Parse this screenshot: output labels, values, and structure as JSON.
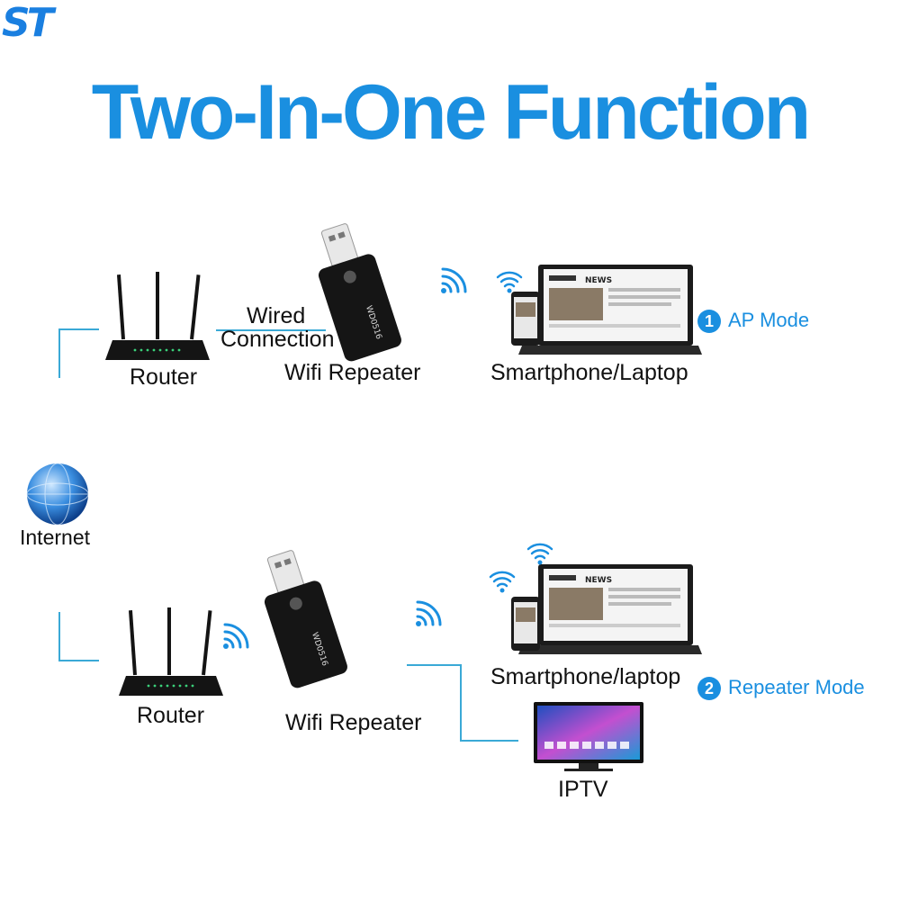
{
  "logo": "ST",
  "title": "Two-In-One Function",
  "colors": {
    "accent": "#1a8fe0",
    "connector": "#3aa9d6",
    "device": "#141414"
  },
  "top": {
    "router": "Router",
    "wired_line1": "Wired",
    "wired_line2": "Connection",
    "repeater": "Wifi Repeater",
    "clients": "Smartphone/Laptop",
    "mode_number": "1",
    "mode": "AP Mode"
  },
  "internet": "Internet",
  "bottom": {
    "router": "Router",
    "repeater": "Wifi Repeater",
    "clients": "Smartphone/laptop",
    "tv": "IPTV",
    "mode_number": "2",
    "mode": "Repeater Mode"
  },
  "device_text": {
    "repeater_brand": "WD0516",
    "laptop_screen": "NEWS"
  },
  "icons": [
    "router-icon",
    "wifi-repeater-icon",
    "laptop-icon",
    "smartphone-icon",
    "globe-icon",
    "tv-icon",
    "wifi-signal-icon"
  ]
}
